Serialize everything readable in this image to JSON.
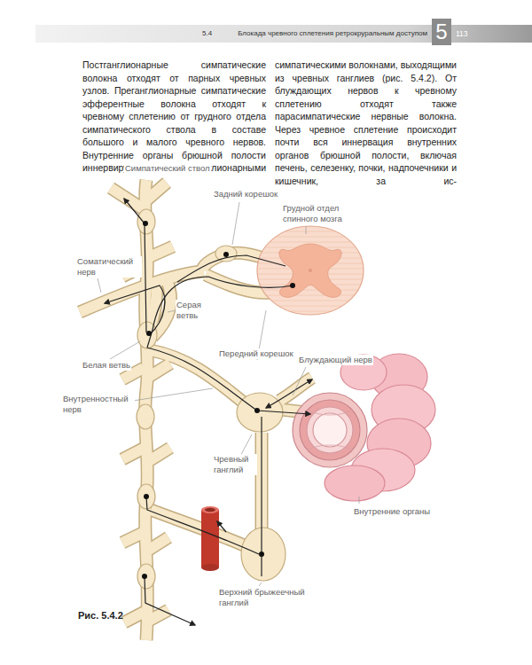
{
  "diagram": {
    "caption": "Рис. 5.4.2",
    "labels": [
      "5.4",
      "Блокада чревного сплетения ретрокруральным доступом",
      "5",
      "113",
      "Постганглионарные симпатические волокна отходят от парных чревных узлов. Преганглионарные симпатические эфферентные волокна отходят к чревному сплетению от грудного отдела симпатического ствола в составе большого и малого чревного нервов. Внутренние органы брюшной полости иннервируются постганглионарными",
      "симпатическими волокнами, выходящими из чревных ганглиев (рис. 5.4.2). От блуждающих нервов к чревному сплетению отходят также парасимпатические нервные волокна. Через чревное сплетение происходит почти вся иннервация внутренних органов брюшной полости, включая печень, селезенку, почки, надпочечники и кишечник, за ис-",
      "Симпатический ствол",
      "Задний корешок",
      "Грудной отдел спинного мозга",
      "Соматический нерв",
      "Серая ветвь",
      "Белая ветвь",
      "Передний корешок",
      "Блуждающий нерв",
      "Внутренностный нерв",
      "Чревный ганглий",
      "Внутренние органы",
      "Верхний брыжеечный ганглий"
    ]
  }
}
